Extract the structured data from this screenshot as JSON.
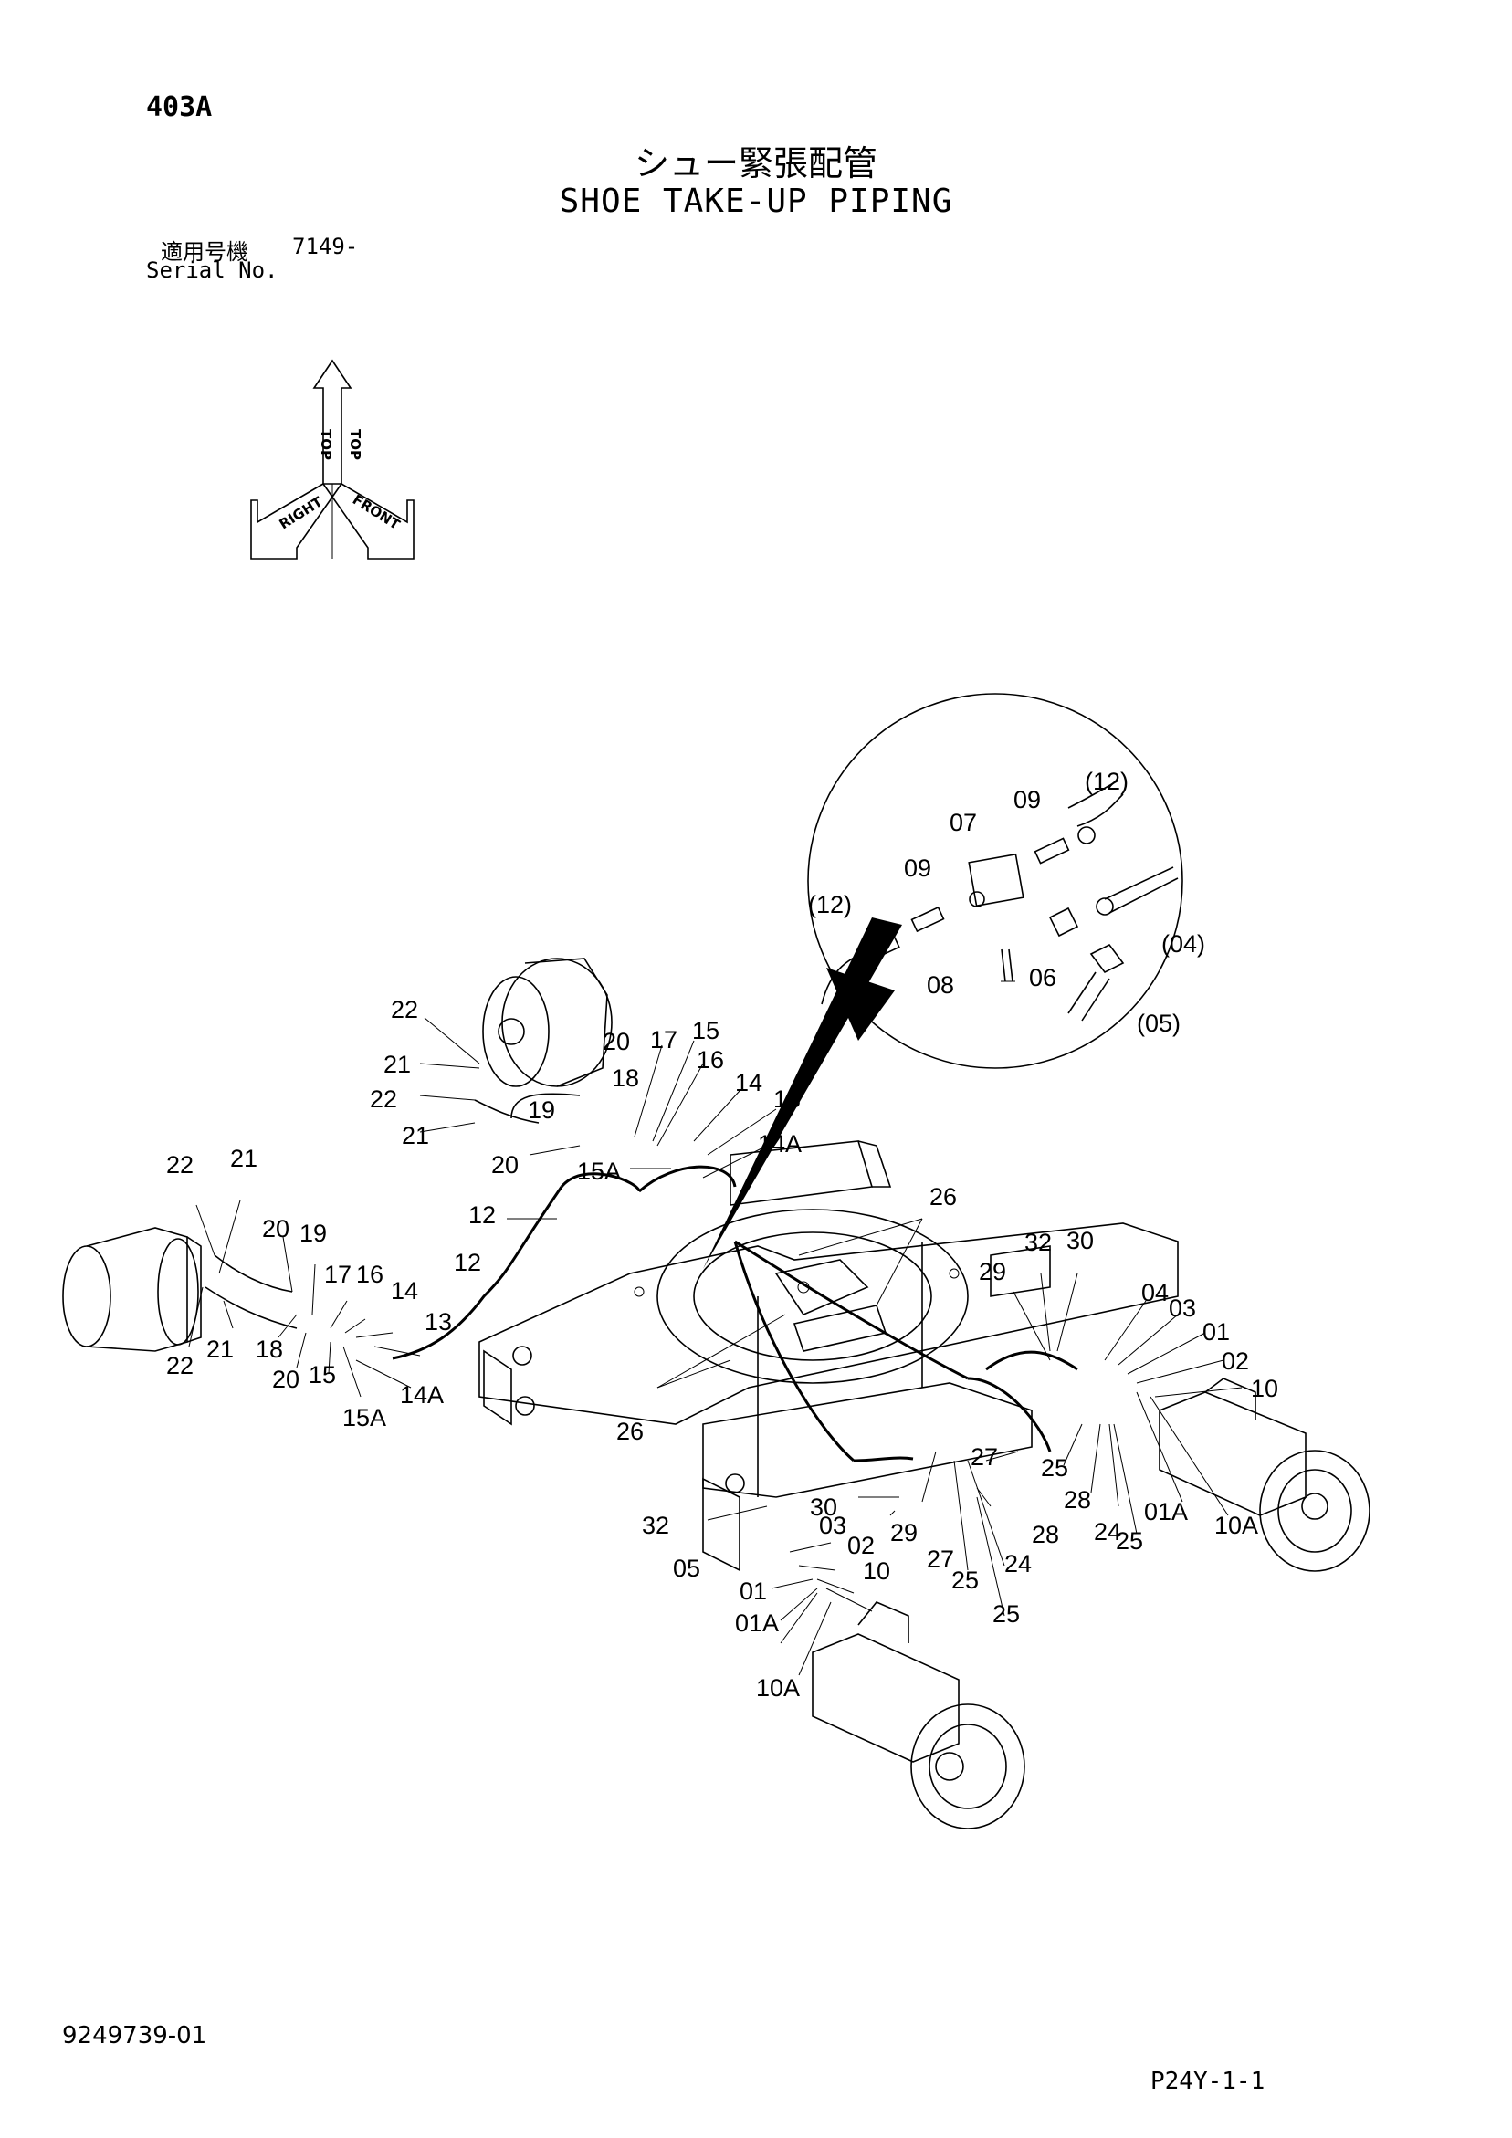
{
  "header": {
    "page_code": "403A",
    "title_jp": "シュー緊張配管",
    "title_en": "SHOE TAKE-UP PIPING",
    "serial_label_jp": "適用号機",
    "serial_value": "7149-",
    "serial_label_en": "Serial No."
  },
  "orientation": {
    "top": "TOP",
    "right": "RIGHT",
    "front": "FRONT"
  },
  "callouts": {
    "c01": "(12)",
    "c02": "09",
    "c03": "07",
    "c04": "09",
    "c05": "(12)",
    "c06": "(04)",
    "c07": "08",
    "c08": "06",
    "c09": "(05)",
    "c10": "22",
    "c11": "21",
    "c12": "22",
    "c13": "21",
    "c14": "20",
    "c15": "18",
    "c16": "19",
    "c17": "20",
    "c18": "17",
    "c19": "15",
    "c20": "16",
    "c21": "14",
    "c22": "13",
    "c23": "14A",
    "c24": "15A",
    "c25": "12",
    "c26": "12",
    "c27": "26",
    "c28": "26",
    "c29": "22",
    "c30": "21",
    "c31": "20",
    "c32": "19",
    "c33": "17",
    "c34": "16",
    "c35": "14",
    "c36": "13",
    "c37": "22",
    "c38": "21",
    "c39": "18",
    "c40": "20",
    "c41": "15",
    "c42": "14A",
    "c43": "15A",
    "c44": "29",
    "c45": "32",
    "c46": "30",
    "c47": "04",
    "c48": "03",
    "c49": "01",
    "c50": "02",
    "c51": "10",
    "c52": "27",
    "c53": "25",
    "c54": "28",
    "c55": "24",
    "c56": "25",
    "c57": "01A",
    "c58": "10A",
    "c59": "32",
    "c60": "30",
    "c61": "29",
    "c62": "28",
    "c63": "03",
    "c64": "02",
    "c65": "10",
    "c66": "05",
    "c67": "27",
    "c68": "24",
    "c69": "01",
    "c70": "25",
    "c71": "25",
    "c72": "01A",
    "c73": "10A"
  },
  "footer": {
    "doc_number": "9249739-01",
    "page_ref": "P24Y-1-1"
  }
}
